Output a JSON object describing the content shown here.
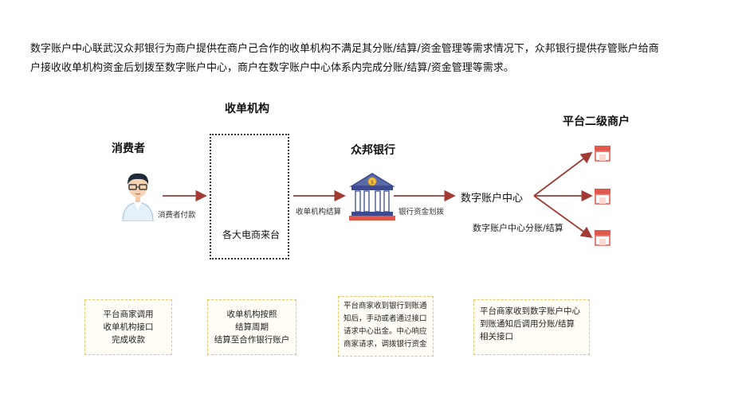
{
  "intro": {
    "line1": "数字账户中心联武汉众邦银行为商户提供在商户己合作的收单机构不满足其分账/结算/资金管理等需求情况下，众邦银行提供存管账户给商",
    "line2": "户接收收单机构资金后划拨至数字账户中心，商户在数字账户中心体系内完成分账/结算/资金管理等需求。"
  },
  "nodes": {
    "consumer": "消费者",
    "acquirer": "收单机构",
    "acquirer_inner": "各大电商来台",
    "bank": "众邦银行",
    "digital_center": "数字账户中心",
    "digital_center_sub": "数字账户中心分账/结算",
    "merchants": "平台二级商户"
  },
  "arrows": {
    "consumer_pay": "消费者付款",
    "acquirer_settle": "收单机构结算",
    "bank_transfer": "银行资金划拨"
  },
  "notes": [
    {
      "lines": [
        "平台商家调用",
        "收单机构接口",
        "完成收款"
      ]
    },
    {
      "lines": [
        "收单机构按照",
        "结算周期",
        "结算至合作银行账户"
      ]
    },
    {
      "lines": [
        "平台商家收到银行到账通",
        "知后，手动或者通过接口",
        "请求中心出金。中心响应",
        "商家请求，调拨银行资金"
      ]
    },
    {
      "lines": [
        "平台商家收到数字账户中心",
        "到账通知后调用分账/结算",
        "相关接口"
      ]
    }
  ],
  "colors": {
    "arrow": "#a23a34",
    "note_border": "#e7c66a",
    "store_red": "#e0584c",
    "bank_blue": "#3c4b8f"
  },
  "icons": [
    "person-avatar-icon",
    "bank-building-icon",
    "store-icon"
  ]
}
